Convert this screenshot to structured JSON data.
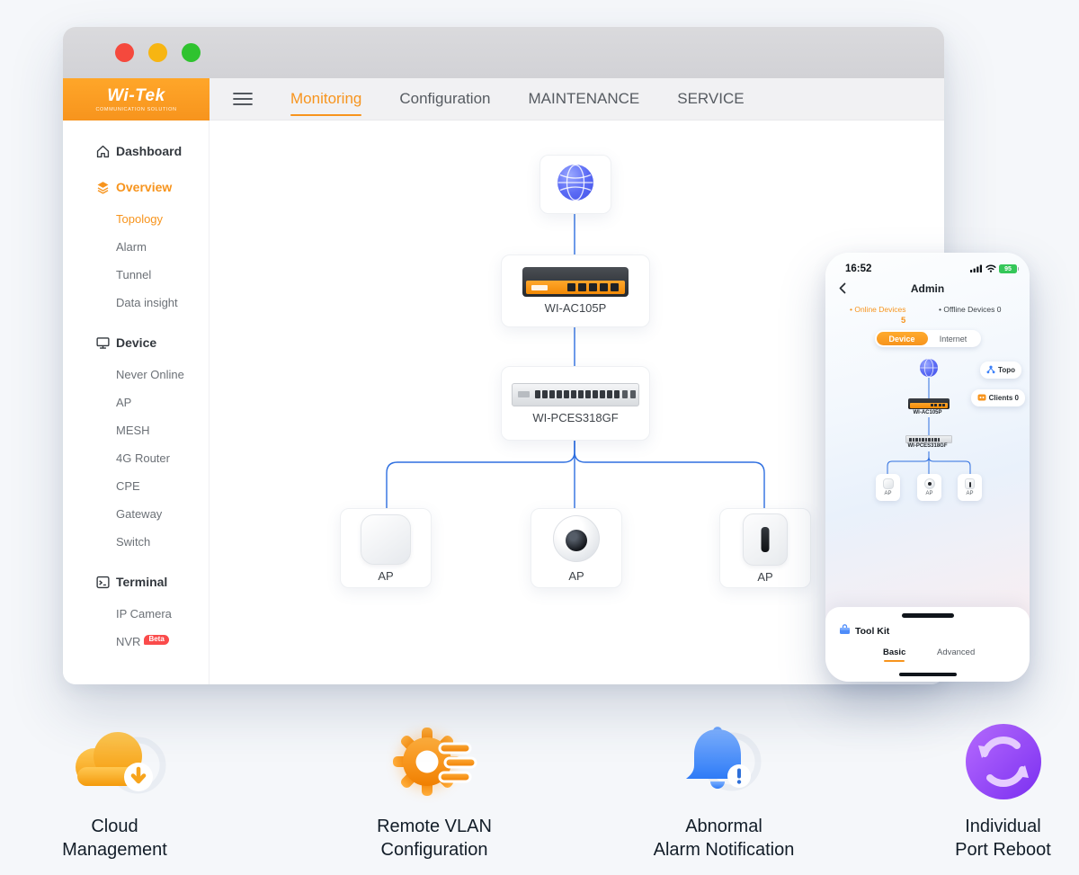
{
  "colors": {
    "accent": "#F7941D",
    "topology_line": "#2E6FE0",
    "badge_red": "#FA4B4B",
    "battery_green": "#35C759"
  },
  "browser": {
    "brand": {
      "name": "Wi-Tek",
      "tagline": "COMMUNICATION SOLUTION"
    },
    "nav": {
      "items": [
        "Monitoring",
        "Configuration",
        "MAINTENANCE",
        "SERVICE"
      ],
      "active_item": "Monitoring"
    },
    "sidebar": {
      "sections": [
        {
          "label": "Dashboard",
          "icon": "home-icon",
          "children": []
        },
        {
          "label": "Overview",
          "icon": "layers-icon",
          "active": true,
          "children": [
            {
              "label": "Topology",
              "active": true
            },
            {
              "label": "Alarm"
            },
            {
              "label": "Tunnel"
            },
            {
              "label": "Data insight"
            }
          ]
        },
        {
          "label": "Device",
          "icon": "monitor-icon",
          "children": [
            {
              "label": "Never Online"
            },
            {
              "label": "AP"
            },
            {
              "label": "MESH"
            },
            {
              "label": "4G Router"
            },
            {
              "label": "CPE"
            },
            {
              "label": "Gateway"
            },
            {
              "label": "Switch"
            }
          ]
        },
        {
          "label": "Terminal",
          "icon": "terminal-icon",
          "children": [
            {
              "label": "IP Camera"
            },
            {
              "label": "NVR",
              "badge": "Beta"
            }
          ]
        }
      ]
    },
    "topology": {
      "internet_icon": "globe-icon",
      "devices": [
        {
          "label": "WI-AC105P",
          "type": "poe-switch"
        },
        {
          "label": "WI-PCES318GF",
          "type": "rack-switch"
        },
        {
          "label": "AP",
          "type": "ceiling-ap"
        },
        {
          "label": "AP",
          "type": "dome-camera"
        },
        {
          "label": "AP",
          "type": "wall-ap"
        }
      ]
    }
  },
  "phone": {
    "status_bar": {
      "time": "16:52",
      "battery_percent": "95"
    },
    "header": {
      "back_icon": "chevron-left-icon",
      "title": "Admin"
    },
    "device_summary": {
      "online_label": "• Online Devices",
      "online_count": "5",
      "offline_label": "• Offline Devices 0"
    },
    "segmented": {
      "options": [
        "Device",
        "Internet"
      ],
      "selected": "Device"
    },
    "floating_buttons": [
      {
        "label": "Topo",
        "icon": "topology-icon"
      },
      {
        "label": "Clients 0",
        "icon": "clients-icon"
      }
    ],
    "topology": {
      "router_label": "WI-AC105P",
      "switch_label": "WI-PCES318GF",
      "ap_labels": [
        "AP",
        "AP",
        "AP"
      ]
    },
    "tool_kit": {
      "title": "Tool Kit",
      "icon": "toolbox-icon",
      "tabs": [
        {
          "label": "Basic",
          "active": true
        },
        {
          "label": "Advanced"
        }
      ]
    }
  },
  "features": [
    {
      "icon": "cloud-download-icon",
      "line1": "Cloud",
      "line2": "Management"
    },
    {
      "icon": "gear-list-icon",
      "line1": "Remote VLAN",
      "line2": "Configuration"
    },
    {
      "icon": "alarm-bell-icon",
      "line1": "Abnormal",
      "line2": "Alarm Notification"
    },
    {
      "icon": "port-reboot-icon",
      "line1": "Individual",
      "line2": "Port Reboot"
    }
  ]
}
